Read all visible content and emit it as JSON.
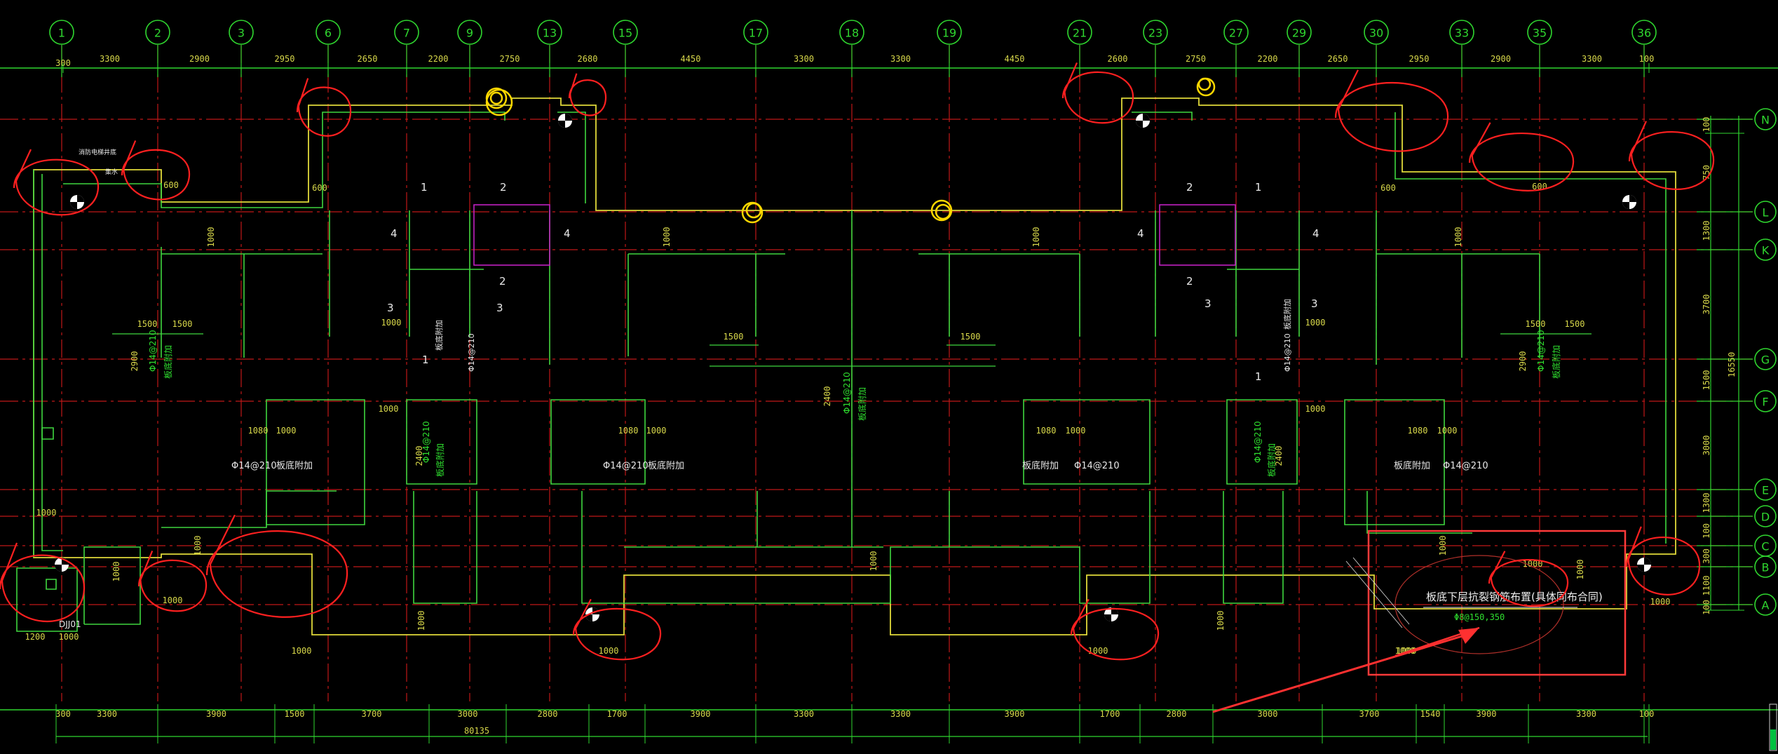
{
  "drawing": {
    "top_axes": [
      "1",
      "2",
      "3",
      "6",
      "7",
      "9",
      "13",
      "15",
      "17",
      "18",
      "19",
      "21",
      "23",
      "27",
      "29",
      "30",
      "33",
      "35",
      "36"
    ],
    "right_axes": [
      "N",
      "L",
      "K",
      "G",
      "F",
      "E",
      "D",
      "C",
      "B",
      "A"
    ],
    "top_dims": [
      "300",
      "3300",
      "2900",
      "2950",
      "2650",
      "2200",
      "2750",
      "2680",
      "4450",
      "3300",
      "3300",
      "4450",
      "2600",
      "2750",
      "2200",
      "2650",
      "2950",
      "2900",
      "3300",
      "100"
    ],
    "bottom_dims": [
      "300",
      "3300",
      "3900",
      "1500",
      "3700",
      "3000",
      "2800",
      "1700",
      "3900",
      "3300",
      "3300",
      "3900",
      "1700",
      "2800",
      "3000",
      "3700",
      "1540",
      "3900",
      "3300",
      "100"
    ],
    "bottom_total": "80135",
    "right_dims": [
      "100",
      "750",
      "1300",
      "3700",
      "1500",
      "3000",
      "1300",
      "100",
      "300",
      "1100",
      "100"
    ],
    "right_total": "16550",
    "legend_title": "板底下层抗裂钢筋布置(具体同布合同)",
    "legend_sub": "Φ8@150,350",
    "labels": {
      "lift_tag": "消防电梯井底",
      "lift_tag2": "集水",
      "board_add": "板底附加",
      "rebar_a": "Φ14@210",
      "rebar_b": "Φ14@210",
      "pit": "DJJ01",
      "d1000": "1000",
      "d1500": "1500",
      "d1080": "1080",
      "d600": "600",
      "d2900": "2900",
      "d2400": "2400",
      "d1200": "1200",
      "n1": "1",
      "n2": "2",
      "n3": "3",
      "n4": "4"
    }
  }
}
